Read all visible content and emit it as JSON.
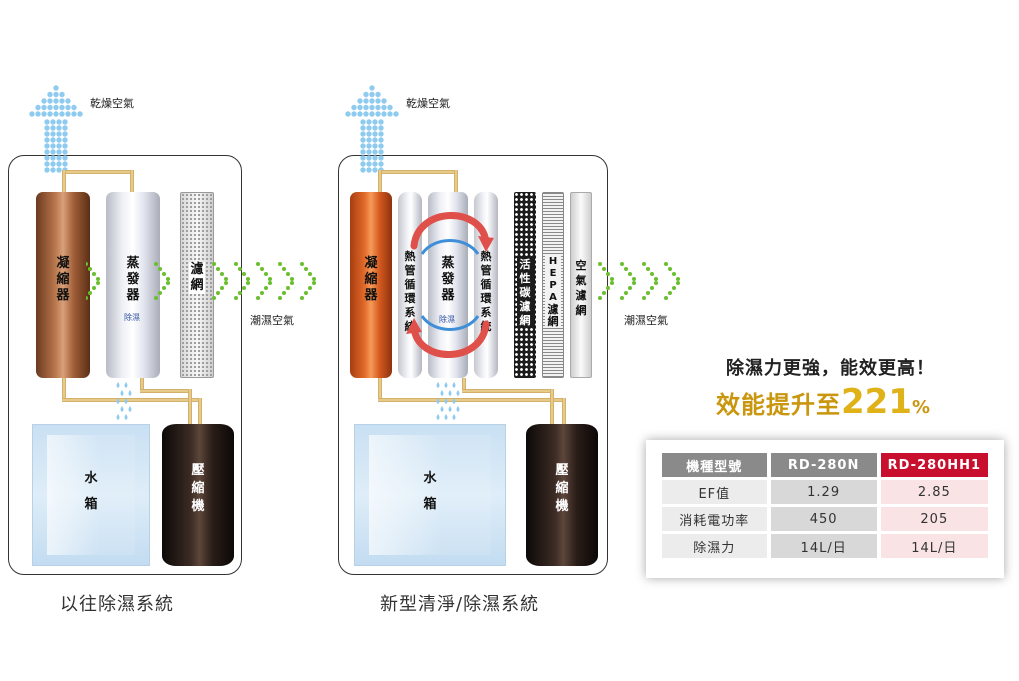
{
  "labels": {
    "dry_air": "乾燥空氣",
    "humid_air": "潮濕空氣",
    "condenser": [
      "凝",
      "縮",
      "器"
    ],
    "evaporator": [
      "蒸",
      "發",
      "器"
    ],
    "dehumid_tag": "除濕",
    "filter_net": [
      "濾",
      "網"
    ],
    "water_tank": [
      "水",
      "箱"
    ],
    "compressor": [
      "壓",
      "縮",
      "機"
    ],
    "heat_pipe": [
      "熱",
      "管",
      "循",
      "環",
      "系",
      "統"
    ],
    "carbon_filter": [
      "活",
      "性",
      "碳",
      "濾",
      "網"
    ],
    "hepa_filter": [
      "H",
      "E",
      "P",
      "A",
      "濾",
      "網"
    ],
    "air_filter": [
      "空",
      "氣",
      "濾",
      "網"
    ]
  },
  "captions": {
    "old_system": "以往除濕系統",
    "new_system": "新型清淨/除濕系統"
  },
  "headline": {
    "line1": "除濕力更強，能效更高！",
    "line2_prefix": "效能提升至",
    "line2_number": "221",
    "line2_suffix": "%"
  },
  "spec_table": {
    "header": [
      "機種型號",
      "RD-280N",
      "RD-280HH1"
    ],
    "rows": [
      [
        "EF值",
        "1.29",
        "2.85"
      ],
      [
        "消耗電功率",
        "450",
        "205"
      ],
      [
        "除濕力",
        "14L/日",
        "14L/日"
      ]
    ]
  },
  "colors": {
    "green_dots": "#6abf2e",
    "bubble_blue": "#8fcbef",
    "highlight_red": "#c8102e",
    "gold": "#c9960e",
    "cycle_arrow_red": "#e0504a",
    "cycle_arrow_blue": "#3f8fd8"
  }
}
